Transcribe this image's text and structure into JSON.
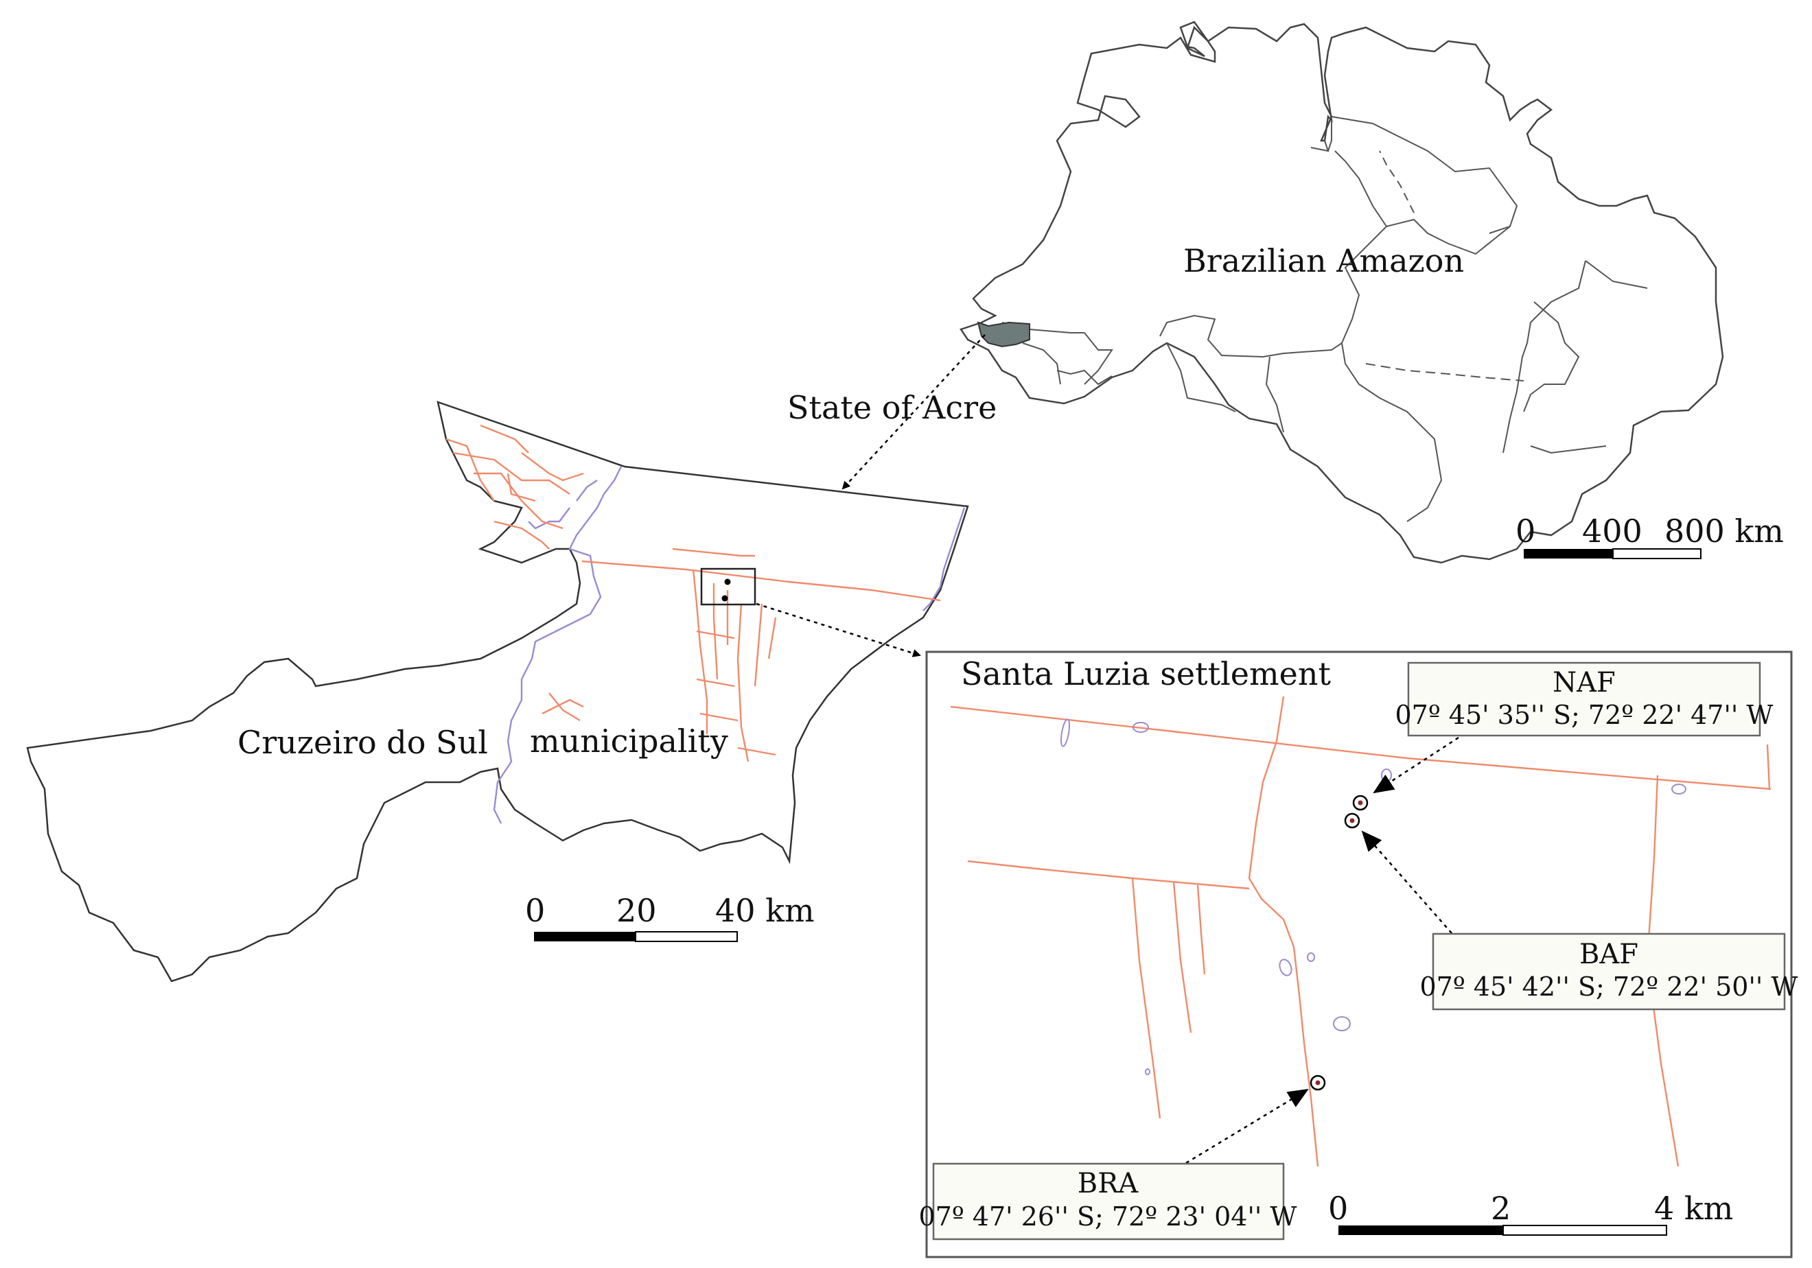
{
  "labels": {
    "brazilian_amazon": "Brazilian Amazon",
    "state_of_acre": "State of Acre",
    "municipality_name": "Cruzeiro do Sul",
    "municipality_word": "municipality",
    "settlement": "Santa Luzia settlement"
  },
  "sites": [
    {
      "code": "NAF",
      "coords": "07º 45' 35'' S; 72º 22' 47'' W"
    },
    {
      "code": "BAF",
      "coords": "07º 45' 42'' S; 72º 22' 50'' W"
    },
    {
      "code": "BRA",
      "coords": "07º 47' 26'' S; 72º 23' 04'' W"
    }
  ],
  "scalebars": {
    "amazon": [
      "0",
      "400",
      "800 km"
    ],
    "municipality": [
      "0",
      "20",
      "40 km"
    ],
    "settlement": [
      "0",
      "2",
      "4 km"
    ]
  },
  "colors": {
    "roads": "#f08a6a",
    "rivers": "#9b8ad0",
    "acre_fill": "#6e7b7b",
    "outline": "#333333",
    "label_box_fill": "#fbfbf6"
  }
}
